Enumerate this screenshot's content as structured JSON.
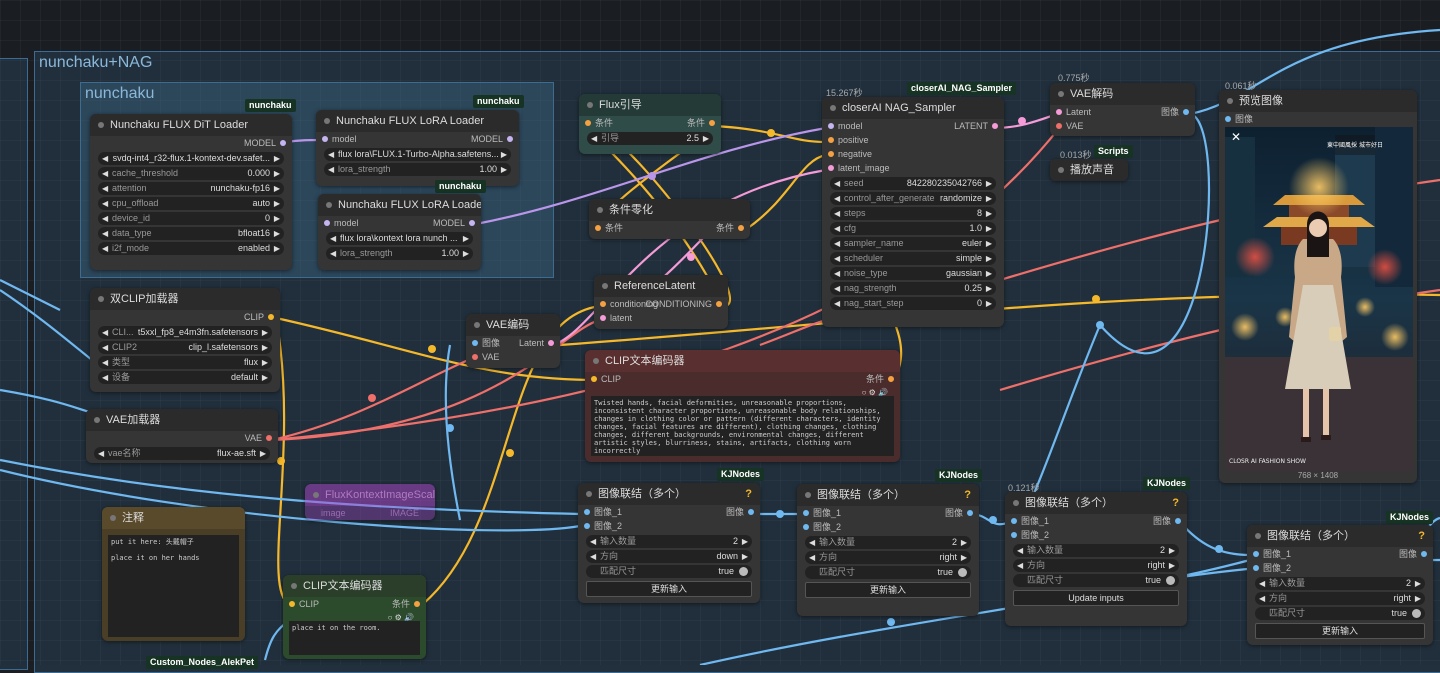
{
  "groups": {
    "outer_title": "nunchaku+NAG",
    "inner_title": "nunchaku"
  },
  "badges": {
    "nunchaku": "nunchaku",
    "nag_sampler": "closerAI_NAG_Sampler",
    "scripts": "Scripts",
    "kjnodes": "KJNodes",
    "custom_nodes": "Custom_Nodes_AlekPet"
  },
  "timings": {
    "sampler": "15.267秒",
    "vae_decode": "0.775秒",
    "preview": "0.061秒",
    "sound": "0.013秒",
    "image_concat_3": "0.121秒"
  },
  "dit_loader": {
    "title": "Nunchaku FLUX DiT Loader",
    "output": "MODEL",
    "widgets": [
      {
        "name": "",
        "value": "svdq-int4_r32-flux.1-kontext-dev.safet..."
      },
      {
        "name": "cache_threshold",
        "value": "0.000"
      },
      {
        "name": "attention",
        "value": "nunchaku-fp16"
      },
      {
        "name": "cpu_offload",
        "value": "auto"
      },
      {
        "name": "device_id",
        "value": "0"
      },
      {
        "name": "data_type",
        "value": "bfloat16"
      },
      {
        "name": "i2f_mode",
        "value": "enabled"
      }
    ]
  },
  "lora1": {
    "title": "Nunchaku FLUX LoRA Loader",
    "input": "model",
    "output": "MODEL",
    "lora_name": "flux lora\\FLUX.1-Turbo-Alpha.safetens...",
    "strength_name": "lora_strength",
    "strength_value": "1.00"
  },
  "lora2": {
    "title": "Nunchaku FLUX LoRA Loader",
    "input": "model",
    "output": "MODEL",
    "lora_name": "flux lora\\kontext lora nunch ...",
    "strength_name": "lora_strength",
    "strength_value": "1.00"
  },
  "flux_guidance": {
    "title": "Flux引导",
    "input": "条件",
    "output": "条件",
    "widget_name": "引导",
    "widget_value": "2.5"
  },
  "cond_zero": {
    "title": "条件零化",
    "input": "条件",
    "output": "条件"
  },
  "reference_latent": {
    "title": "ReferenceLatent",
    "input1": "conditioning",
    "output": "CONDITIONING",
    "input2": "latent"
  },
  "sampler": {
    "title": "closerAI NAG_Sampler",
    "inputs": [
      "model",
      "positive",
      "negative",
      "latent_image"
    ],
    "output": "LATENT",
    "widgets": [
      {
        "name": "seed",
        "value": "842280235042766"
      },
      {
        "name": "control_after_generate",
        "value": "randomize"
      },
      {
        "name": "steps",
        "value": "8"
      },
      {
        "name": "cfg",
        "value": "1.0"
      },
      {
        "name": "sampler_name",
        "value": "euler"
      },
      {
        "name": "scheduler",
        "value": "simple"
      },
      {
        "name": "noise_type",
        "value": "gaussian"
      },
      {
        "name": "nag_strength",
        "value": "0.25"
      },
      {
        "name": "nag_start_step",
        "value": "0"
      }
    ]
  },
  "vae_decode": {
    "title": "VAE解码",
    "input1": "Latent",
    "input2": "VAE",
    "output": "图像"
  },
  "play_sound": {
    "title": "播放声音"
  },
  "preview": {
    "title": "预览图像",
    "input": "图像",
    "caption": "CLOSR AI FASHION SHOW",
    "size_label": "768 × 1408",
    "sign_text": "東中國風採 城市好日"
  },
  "dual_clip": {
    "title": "双CLIP加载器",
    "output": "CLIP",
    "widgets": [
      {
        "name": "CLI...",
        "value": "t5xxl_fp8_e4m3fn.safetensors"
      },
      {
        "name": "CLIP2",
        "value": "clip_l.safetensors"
      },
      {
        "name": "类型",
        "value": "flux"
      },
      {
        "name": "设备",
        "value": "default"
      }
    ]
  },
  "vae_encode": {
    "title": "VAE编码",
    "input1": "图像",
    "input2": "VAE",
    "output": "Latent"
  },
  "vae_loader": {
    "title": "VAE加载器",
    "output": "VAE",
    "widget_name": "vae名称",
    "widget_value": "flux-ae.sft"
  },
  "clip_text_neg": {
    "title": "CLIP文本编码器",
    "input": "CLIP",
    "output": "条件",
    "text": "Twisted hands, facial deformities, unreasonable proportions, inconsistent character proportions, unreasonable body relationships, changes in clothing color or pattern (different characters, identity changes, facial features are different), clothing changes, clothing changes, different backgrounds, environmental changes, different artistic styles, blurriness, stains, artifacts, clothing worn incorrectly"
  },
  "flux_kontext": {
    "title": "FluxKontextImageScale",
    "input": "image",
    "output": "IMAGE"
  },
  "note": {
    "title": "注释",
    "text": "put it here: 头戴帽子\n\nplace it on her hands"
  },
  "clip_text_pos": {
    "title": "CLIP文本编码器",
    "input": "CLIP",
    "output": "条件",
    "text": "place it on the room."
  },
  "image_concat": [
    {
      "title": "图像联结（多个）",
      "in1": "图像_1",
      "in2": "图像_2",
      "out": "图像",
      "count_name": "输入数量",
      "count": "2",
      "dir_name": "方向",
      "dir": "down",
      "match_name": "匹配尺寸",
      "match": "true",
      "button": "更新输入"
    },
    {
      "title": "图像联结（多个）",
      "in1": "图像_1",
      "in2": "图像_2",
      "out": "图像",
      "count_name": "输入数量",
      "count": "2",
      "dir_name": "方向",
      "dir": "right",
      "match_name": "匹配尺寸",
      "match": "true",
      "button": "更新输入"
    },
    {
      "title": "图像联结（多个）",
      "in1": "图像_1",
      "in2": "图像_2",
      "out": "图像",
      "count_name": "输入数量",
      "count": "2",
      "dir_name": "方向",
      "dir": "right",
      "match_name": "匹配尺寸",
      "match": "true",
      "button": "Update inputs"
    },
    {
      "title": "图像联结（多个）",
      "in1": "图像_1",
      "in2": "图像_2",
      "out": "图像",
      "count_name": "输入数量",
      "count": "2",
      "dir_name": "方向",
      "dir": "right",
      "match_name": "匹配尺寸",
      "match": "true",
      "button": "更新输入"
    }
  ],
  "help_mark": "?"
}
